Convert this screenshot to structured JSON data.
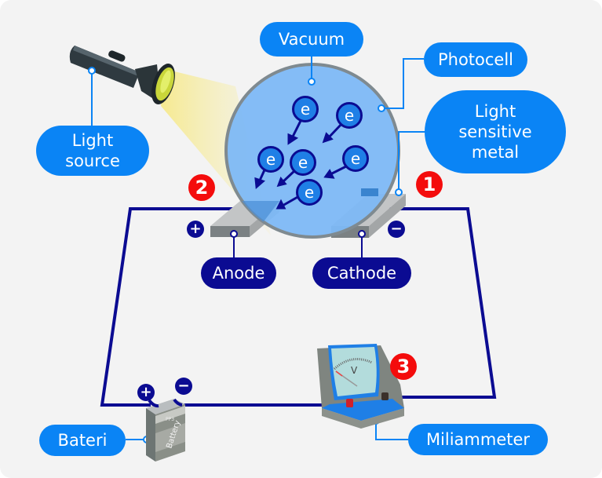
{
  "title": "Photocell circuit diagram",
  "colors": {
    "label_blue": "#0a84f5",
    "label_navy": "#0b0b92",
    "wire": "#0b0b92",
    "badge_red": "#f40c0c",
    "vacuum_fill": "#7db8f5",
    "background": "#f3f3f3"
  },
  "labels": {
    "vacuum": "Vacuum",
    "photocell": "Photocell",
    "light_source_line1": "Light",
    "light_source_line2": "source",
    "light_sensitive_line1": "Light",
    "light_sensitive_line2": "sensitive",
    "light_sensitive_line3": "metal",
    "anode": "Anode",
    "cathode": "Cathode",
    "bateri": "Bateri",
    "miliammeter": "Miliammeter"
  },
  "badges": [
    "1",
    "2",
    "3"
  ],
  "signs": {
    "anode": "+",
    "cathode": "−",
    "battery_positive": "+",
    "battery_negative": "−"
  },
  "electron_symbol": "e",
  "battery_text": "Battery",
  "battery_small_text": "PP3",
  "meter_symbol": "V"
}
